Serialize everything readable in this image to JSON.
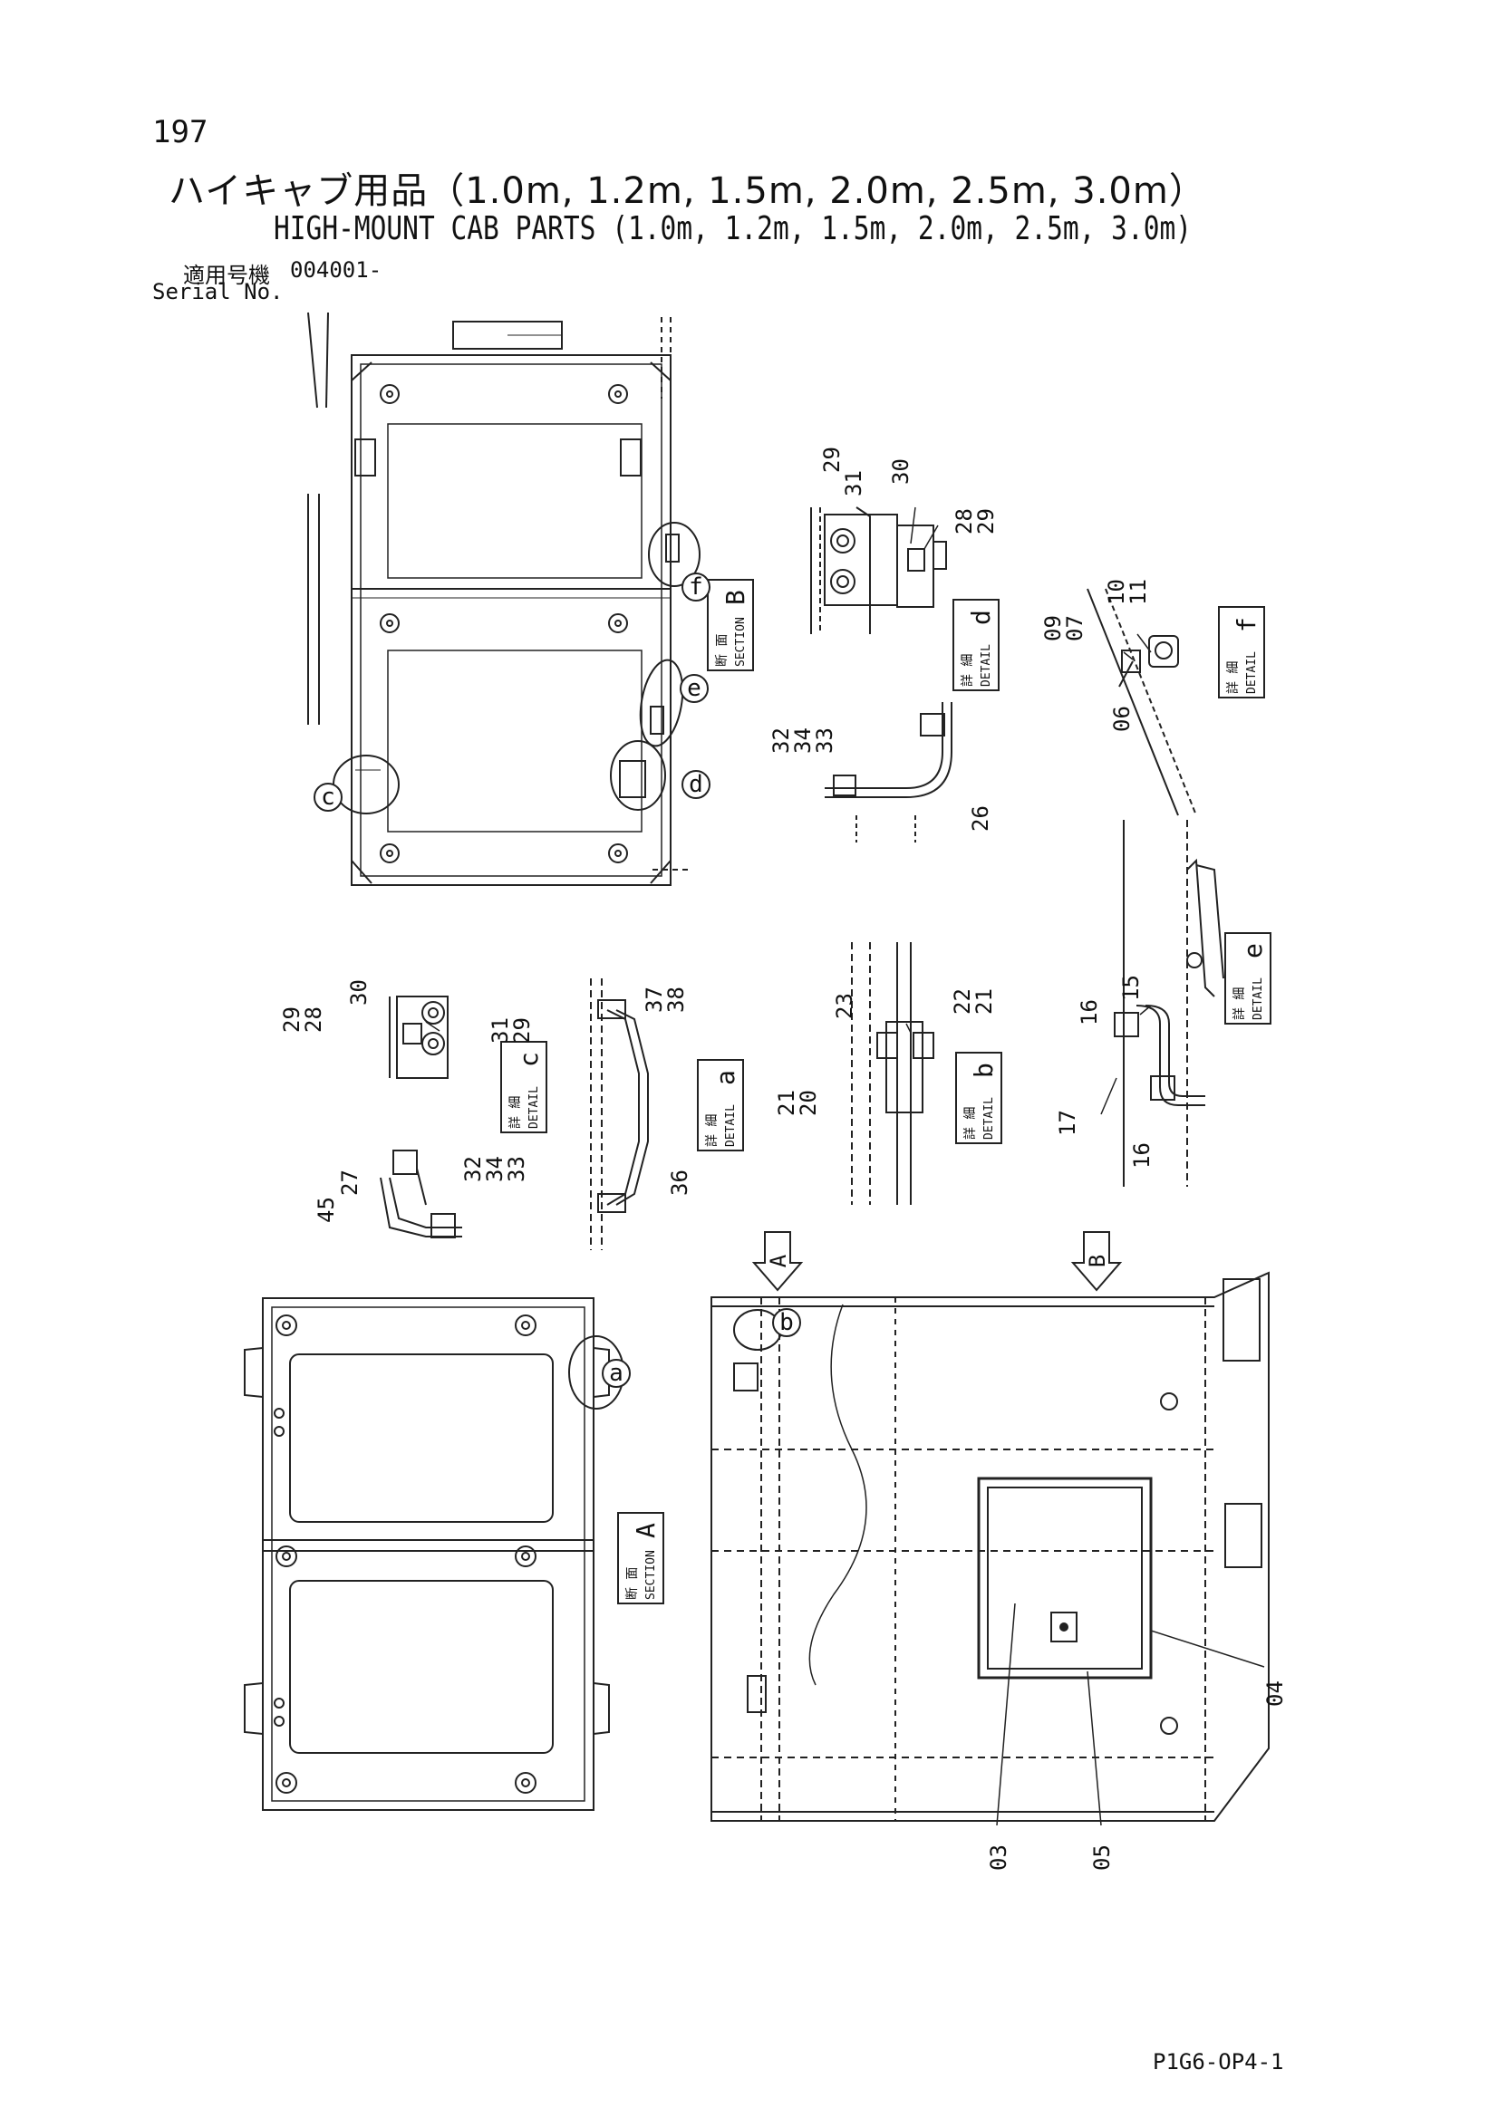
{
  "page": {
    "number": "197",
    "title_ja": "ハイキャブ用品（1.0m, 1.2m, 1.5m, 2.0m, 2.5m, 3.0m）",
    "title_en": "HIGH-MOUNT CAB PARTS (1.0m, 1.2m, 1.5m, 2.0m, 2.5m, 3.0m)",
    "serial_label_ja": "適用号機",
    "serial_label_en": "Serial No.",
    "serial_value": "004001-",
    "drawing_code": "P1G6-OP4-1"
  },
  "boxes": {
    "section_b": {
      "kanji": "断 面",
      "word": "SECTION",
      "letter": "B"
    },
    "section_a": {
      "kanji": "断 面",
      "word": "SECTION",
      "letter": "A"
    },
    "detail_d": {
      "kanji": "詳 細",
      "word": "DETAIL",
      "letter": "d"
    },
    "detail_f": {
      "kanji": "詳 細",
      "word": "DETAIL",
      "letter": "f"
    },
    "detail_c": {
      "kanji": "詳 細",
      "word": "DETAIL",
      "letter": "c"
    },
    "detail_a": {
      "kanji": "詳 細",
      "word": "DETAIL",
      "letter": "a"
    },
    "detail_b": {
      "kanji": "詳 細",
      "word": "DETAIL",
      "letter": "b"
    },
    "detail_e": {
      "kanji": "詳 細",
      "word": "DETAIL",
      "letter": "e"
    }
  },
  "callouts": {
    "f": "f",
    "e": "e",
    "d": "d",
    "c": "c",
    "a": "a",
    "b": "b"
  },
  "view_arrows": {
    "a": "A",
    "b": "B"
  },
  "part_numbers": {
    "p29a": "29",
    "p31a": "31",
    "p30a": "30",
    "p28a": "28",
    "p29b": "29",
    "p09": "09",
    "p07": "07",
    "p10": "10",
    "p11": "11",
    "p06": "06",
    "p32a": "32",
    "p34a": "34",
    "p33a": "33",
    "p26": "26",
    "p29c": "29",
    "p28c": "28",
    "p30c": "30",
    "p31c": "31",
    "p29d": "29",
    "p37": "37",
    "p38": "38",
    "p36": "36",
    "p23": "23",
    "p22": "22",
    "p21a": "21",
    "p21b": "21",
    "p20": "20",
    "p16a": "16",
    "p15": "15",
    "p17": "17",
    "p16b": "16",
    "p27": "27",
    "p45": "45",
    "p32b": "32",
    "p34b": "34",
    "p33b": "33",
    "p04": "04",
    "p03": "03",
    "p05": "05"
  }
}
